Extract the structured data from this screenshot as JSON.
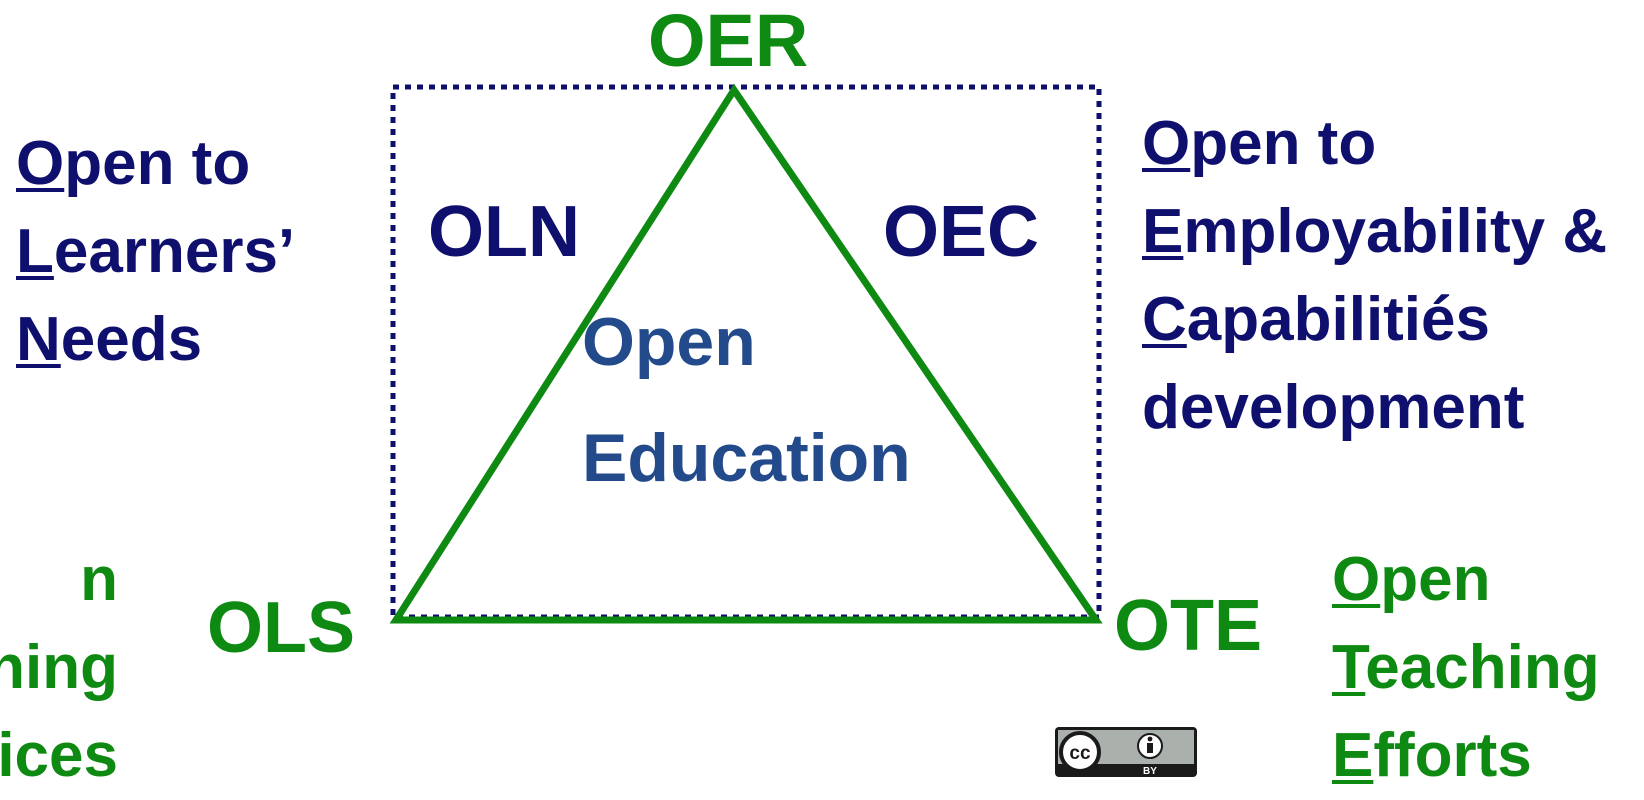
{
  "vertices": {
    "top": "OER",
    "left": "OLS",
    "right": "OTE"
  },
  "sides": {
    "left": "OLN",
    "right": "OEC"
  },
  "center_lines": [
    "Open",
    "Education"
  ],
  "left_desc": [
    {
      "initial": "O",
      "rest": "pen to"
    },
    {
      "initial": "L",
      "rest": "earners’"
    },
    {
      "initial": "N",
      "rest": "eeds"
    }
  ],
  "right_desc": [
    {
      "initial": "O",
      "rest": "pen to"
    },
    {
      "initial": "E",
      "rest": "mployability &"
    },
    {
      "initial": "C",
      "rest": "apabilitiés"
    },
    {
      "initial": "",
      "rest": "development"
    }
  ],
  "bottom_left_desc_fragments": [
    "n",
    "ning",
    "ices"
  ],
  "bottom_right_desc": [
    {
      "initial": "O",
      "rest": "pen"
    },
    {
      "initial": "T",
      "rest": "eaching"
    },
    {
      "initial": "E",
      "rest": "fforts"
    }
  ],
  "license_badge": {
    "cc": "cc",
    "by": "BY"
  },
  "colors": {
    "navy": "#0f0f6e",
    "green": "#0e8a12",
    "blue": "#234a8a",
    "triangle": "#0e8a12",
    "box": "#0f0f6e"
  }
}
